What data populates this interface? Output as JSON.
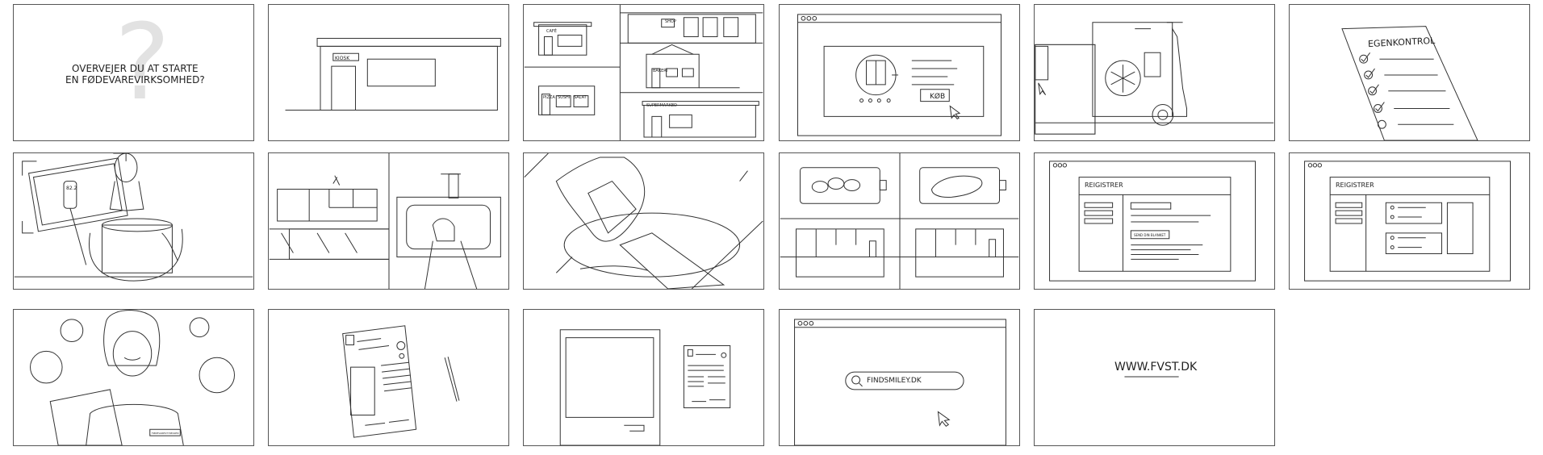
{
  "panels": {
    "p1": {
      "question_mark": "?",
      "line1": "OVERVEJER DU AT STARTE",
      "line2": "EN FØDEVAREVIRKSOMHED?"
    },
    "p2": {
      "sign": "KIOSK"
    },
    "p3": {
      "sign_a": "CAFÉ",
      "sign_b": "BAKERI",
      "sign_c": "SHOP",
      "sign_d": "PIZZA",
      "sign_e": "SUSHI",
      "sign_f": "SALAT",
      "sign_g": "SUPERMARKED"
    },
    "p4": {
      "buy_button": "KØB"
    },
    "p6": {
      "title": "EGENKONTROL"
    },
    "p7": {
      "thermometer_reading": "82.2"
    },
    "p11": {
      "title": "REIGISTRER",
      "button": "SEND DIN BLANKET"
    },
    "p12": {
      "title": "REIGISTRER"
    },
    "p13": {
      "badge": "FØDEVARESTYRELSEN"
    },
    "p16": {
      "search_text": "FINDSMILEY.DK"
    },
    "p17": {
      "url": "WWW.FVST.DK"
    }
  },
  "colors": {
    "line": "#333333",
    "light": "#dddddd",
    "background": "#ffffff"
  }
}
